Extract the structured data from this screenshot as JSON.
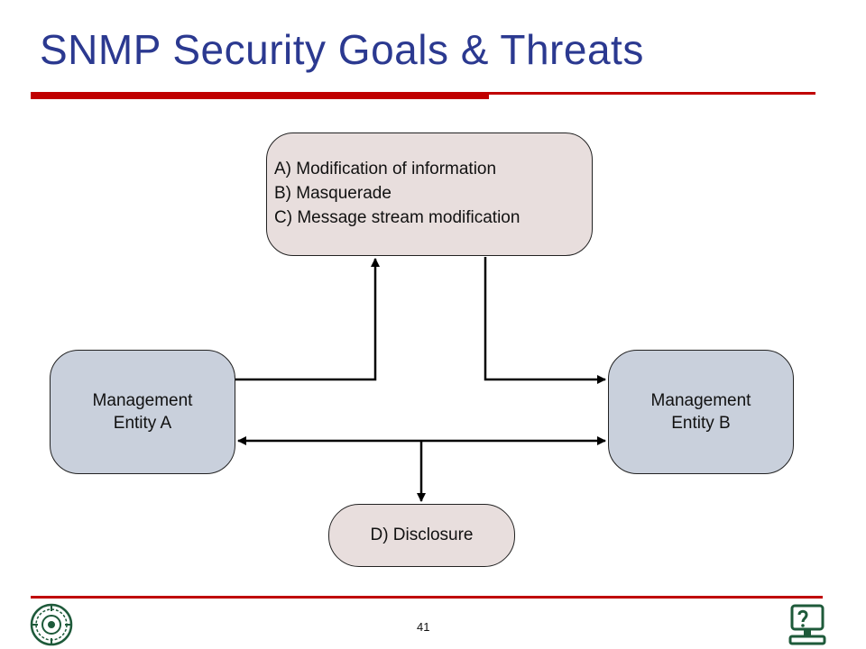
{
  "slide": {
    "title": "SNMP Security Goals & Threats",
    "page_number": "41",
    "accent_color": "#c00000",
    "title_color": "#2b3990"
  },
  "diagram": {
    "threats_box": {
      "lines": [
        "A) Modification of information",
        "B) Masquerade",
        "C) Message stream modification"
      ],
      "fill": "#e8dedd"
    },
    "entity_a": {
      "line1": "Management",
      "line2": "Entity A",
      "fill": "#c9d0dc"
    },
    "entity_b": {
      "line1": "Management",
      "line2": "Entity B",
      "fill": "#c9d0dc"
    },
    "disclosure_box": {
      "label": "D) Disclosure",
      "fill": "#e8dedd"
    },
    "connectors": [
      {
        "from": "entity_a",
        "to": "threats_box"
      },
      {
        "from": "threats_box",
        "to": "entity_b"
      },
      {
        "from": "entity_a",
        "to": "entity_b",
        "bidirectional": true
      },
      {
        "from": "entity_a_entity_b_link",
        "to": "disclosure_box"
      }
    ]
  },
  "footer": {
    "left_logo": "university-emblem-icon",
    "right_logo": "computer-department-icon"
  }
}
